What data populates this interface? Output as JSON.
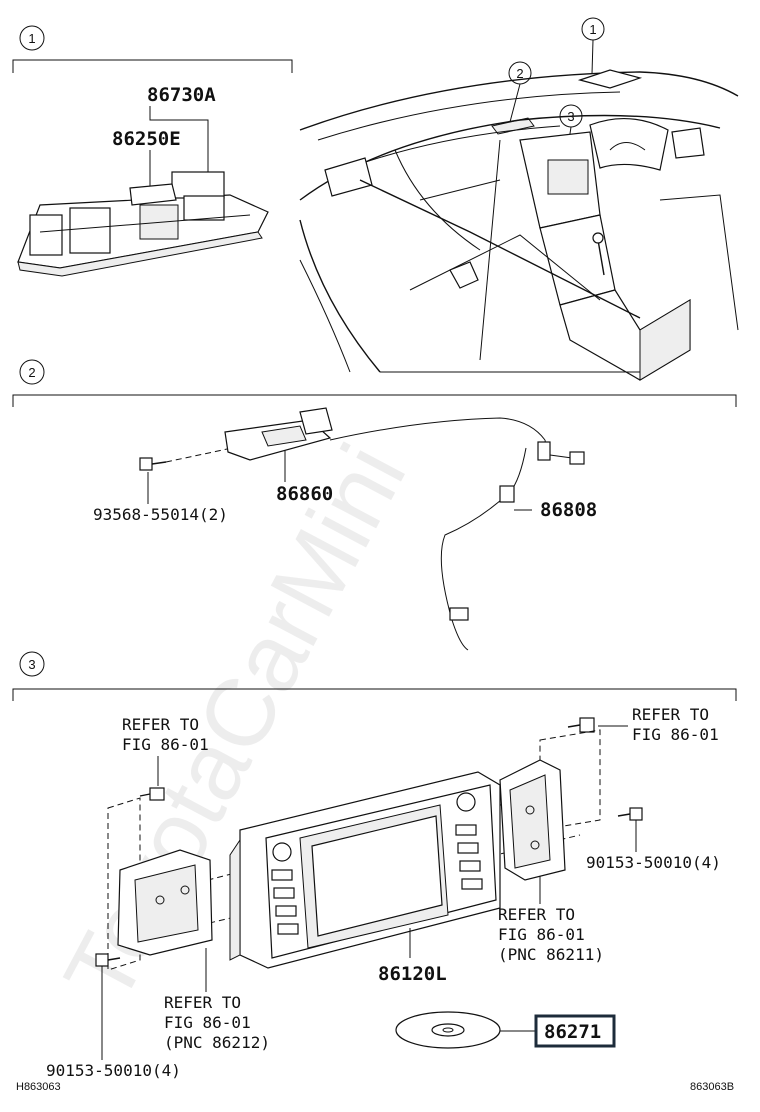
{
  "watermark": "ToyotaCarMini",
  "footer": {
    "left_code": "H863063",
    "right_code": "863063B"
  },
  "sections": [
    {
      "number": "1",
      "labels": [
        "86730A",
        "86250E"
      ]
    },
    {
      "number": "2",
      "labels": [
        "86860",
        "93568-55014(2)",
        "86808"
      ]
    },
    {
      "number": "3",
      "labels": [
        "86120L",
        "86271",
        "90153-50010(4)",
        "90153-50010(4)"
      ]
    }
  ],
  "callouts": {
    "overview": [
      "1",
      "2",
      "3"
    ]
  },
  "refer_notes": {
    "top_left": [
      "REFER TO",
      "FIG 86-01"
    ],
    "top_right": [
      "REFER TO",
      "FIG 86-01"
    ],
    "mid_right": [
      "REFER TO",
      "FIG 86-01",
      "(PNC 86211)"
    ],
    "bottom_left": [
      "REFER TO",
      "FIG 86-01",
      "(PNC 86212)"
    ]
  },
  "highlighted_part": "86271"
}
